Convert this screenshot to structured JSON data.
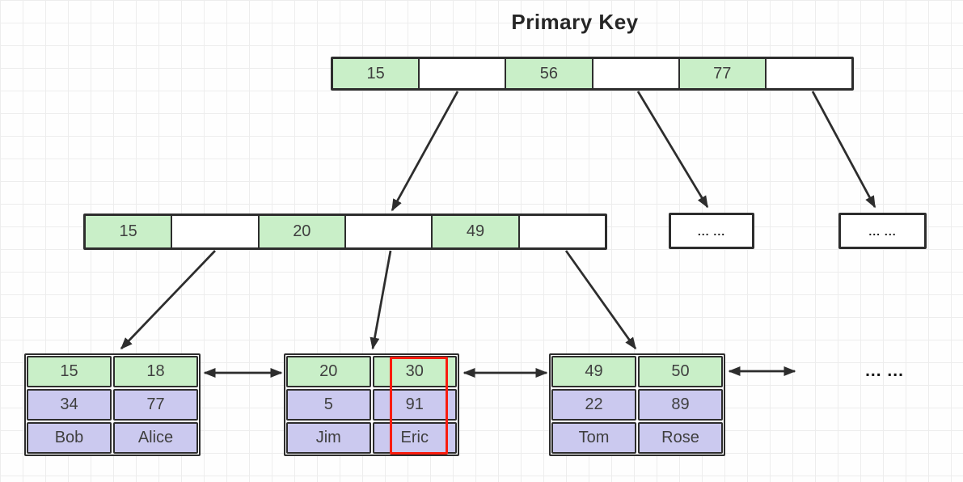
{
  "title": "Primary Key",
  "root": {
    "cells": [
      "15",
      "",
      "56",
      "",
      "77",
      ""
    ]
  },
  "level2_left": {
    "cells": [
      "15",
      "",
      "20",
      "",
      "49",
      ""
    ]
  },
  "level2_mid": {
    "label": "... ..."
  },
  "level2_right": {
    "label": "... ..."
  },
  "leaves": [
    {
      "rows": [
        [
          "15",
          "18"
        ],
        [
          "34",
          "77"
        ],
        [
          "Bob",
          "Alice"
        ]
      ]
    },
    {
      "rows": [
        [
          "20",
          "30"
        ],
        [
          "5",
          "91"
        ],
        [
          "Jim",
          "Eric"
        ]
      ]
    },
    {
      "rows": [
        [
          "49",
          "50"
        ],
        [
          "22",
          "89"
        ],
        [
          "Tom",
          "Rose"
        ]
      ]
    }
  ],
  "leaf_ellipsis": "... ...",
  "highlight": {
    "leaf_index": 1,
    "column_index": 1,
    "cells": [
      "30",
      "91",
      "Eric"
    ]
  },
  "colors": {
    "green": "#c9efc8",
    "purple": "#cbc9ef",
    "border": "#2d2d2d",
    "arrow": "#2d2d2d",
    "red": "#f91c0e"
  }
}
